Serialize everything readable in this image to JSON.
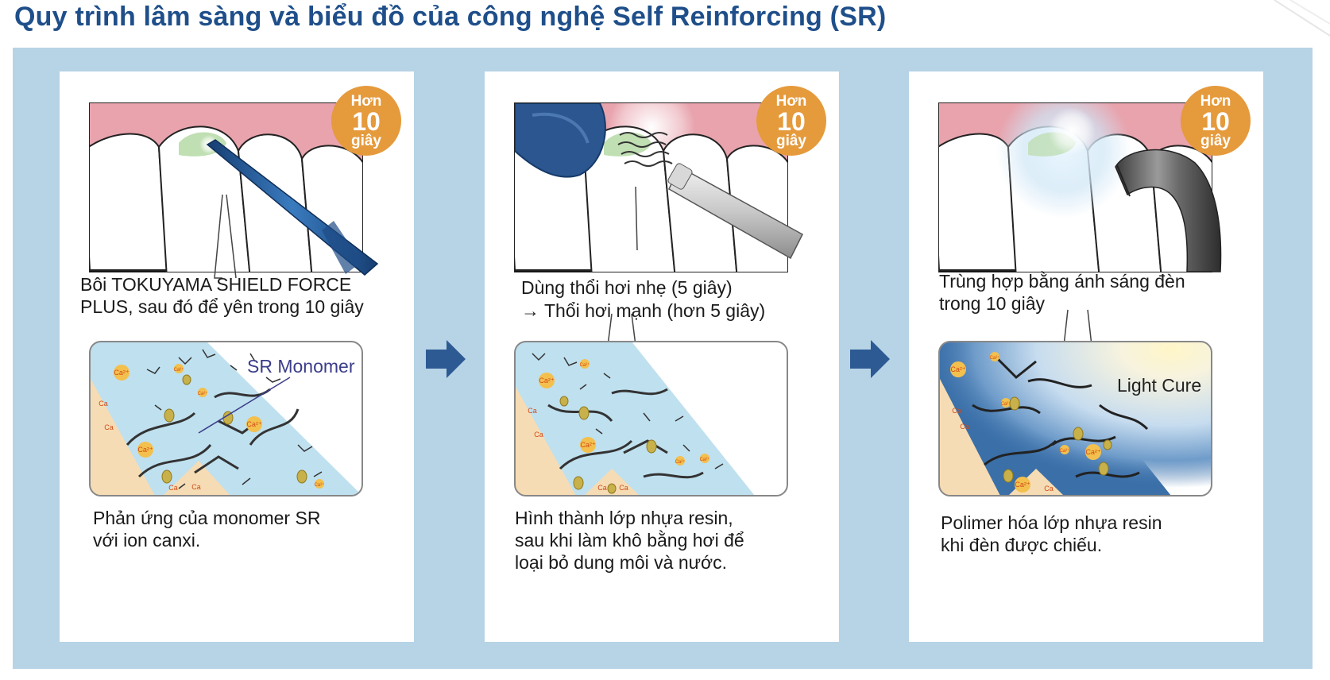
{
  "title": "Quy trình lâm sàng và biểu đồ của công nghệ Self Reinforcing (SR)",
  "colors": {
    "title": "#1f4f8a",
    "panel_background": "#b7d3e6",
    "badge": "#e59a3c",
    "arrow": "#2d5a93",
    "gum": "#e8a3ad",
    "dentin": "#f6dcb4",
    "enamel_blue": "#bfe0ef",
    "cured_blue": "#3a6fa8"
  },
  "steps": [
    {
      "badge": {
        "top": "Hơn",
        "number": "10",
        "bottom": "giây"
      },
      "caption_line1": "Bôi TOKUYAMA SHIELD FORCE",
      "caption_line2": "PLUS, sau đó để yên trong 10 giây",
      "inset_label": "SR Monomer",
      "description_line1": "Phản ứng của monomer SR",
      "description_line2": "với ion canxi."
    },
    {
      "badge": {
        "top": "Hơn",
        "number": "10",
        "bottom": "giây"
      },
      "caption_line1": "Dùng thổi hơi nhẹ (5 giây)",
      "caption_line2": "→  Thổi hơi mạnh (hơn 5 giây)",
      "description_line1": "Hình thành lớp nhựa resin,",
      "description_line2": "sau khi làm khô bằng hơi để",
      "description_line3": "loại bỏ dung môi và nước."
    },
    {
      "badge": {
        "top": "Hơn",
        "number": "10",
        "bottom": "giây"
      },
      "caption_line1": "Trùng hợp bằng ánh sáng đèn",
      "caption_line2": "trong 10 giây",
      "inset_label": "Light Cure",
      "description_line1": "Polimer hóa lớp nhựa resin",
      "description_line2": "khi đèn được chiếu."
    }
  ],
  "icons": [
    "applicator-brush-icon",
    "air-syringe-icon",
    "curing-light-icon",
    "arrow-right-icon"
  ]
}
